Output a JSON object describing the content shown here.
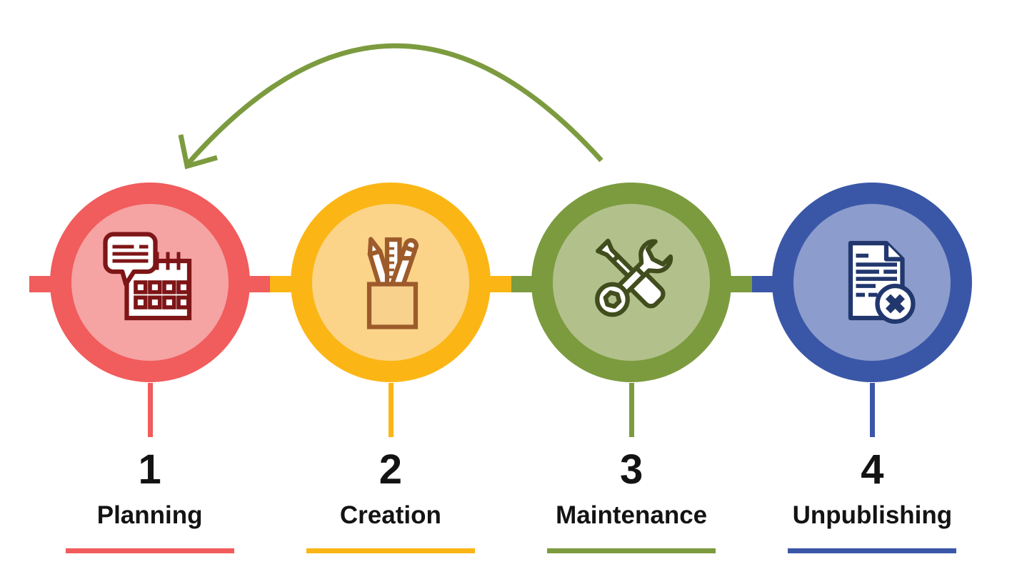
{
  "theme": {
    "text": "#131313"
  },
  "arrow": {
    "color": "#7C9B3F"
  },
  "stages": [
    {
      "number": "1",
      "label": "Planning",
      "icon": "calendar-chat-icon",
      "colors": {
        "ring": "#F15C5C",
        "inner": "#F5A3A3",
        "icon": "#7E1517"
      }
    },
    {
      "number": "2",
      "label": "Creation",
      "icon": "stationery-cup-icon",
      "colors": {
        "ring": "#FBB616",
        "inner": "#FBD489",
        "icon": "#9D5B2B",
        "cup": "#F8D18C"
      }
    },
    {
      "number": "3",
      "label": "Maintenance",
      "icon": "crossed-tools-icon",
      "colors": {
        "ring": "#7C9B3F",
        "inner": "#B2C18C",
        "icon": "#414D1D"
      }
    },
    {
      "number": "4",
      "label": "Unpublishing",
      "icon": "document-remove-icon",
      "colors": {
        "ring": "#3A57A7",
        "inner": "#8C9CCC",
        "icon": "#21376E"
      }
    }
  ]
}
